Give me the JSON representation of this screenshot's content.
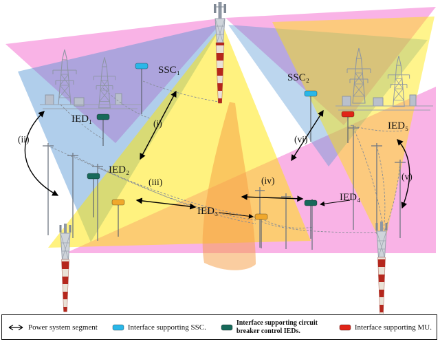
{
  "figure": {
    "nodes": {
      "ssc1": "SSC₁",
      "ssc2": "SSC₂",
      "ied1": "IED₁",
      "ied2": "IED₂",
      "ied3": "IED₃",
      "ied4": "IED₄",
      "ied5": "IED₅"
    },
    "annotations": {
      "i": "(i)",
      "ii": "(ii)",
      "iii": "(iii)",
      "iv": "(iv)",
      "v": "(v)",
      "vi": "(vi)"
    },
    "colors": {
      "segment_magenta": "#f040c0",
      "segment_blue": "#4f93d2",
      "segment_yellow": "#ffe600",
      "segment_orange": "#f59b42",
      "ssc_interface": "#2ab7e8",
      "cb_ied_interface": "#17695a",
      "mu_interface": "#e02418",
      "ied3_interface": "#f0a82c",
      "mast_red": "#b5271d"
    }
  },
  "legend": {
    "items": [
      {
        "icon": "double-arrow-icon",
        "label": "Power system segment"
      },
      {
        "icon": "ssc-interface-icon",
        "label": "Interface supporting SSC.",
        "color": "#2ab7e8"
      },
      {
        "icon": "cb-ied-interface-icon",
        "label": "Interface supporting circuit breaker control IEDs.",
        "color": "#17695a"
      },
      {
        "icon": "mu-interface-icon",
        "label": "Interface supporting MU.",
        "color": "#e02418"
      }
    ]
  }
}
